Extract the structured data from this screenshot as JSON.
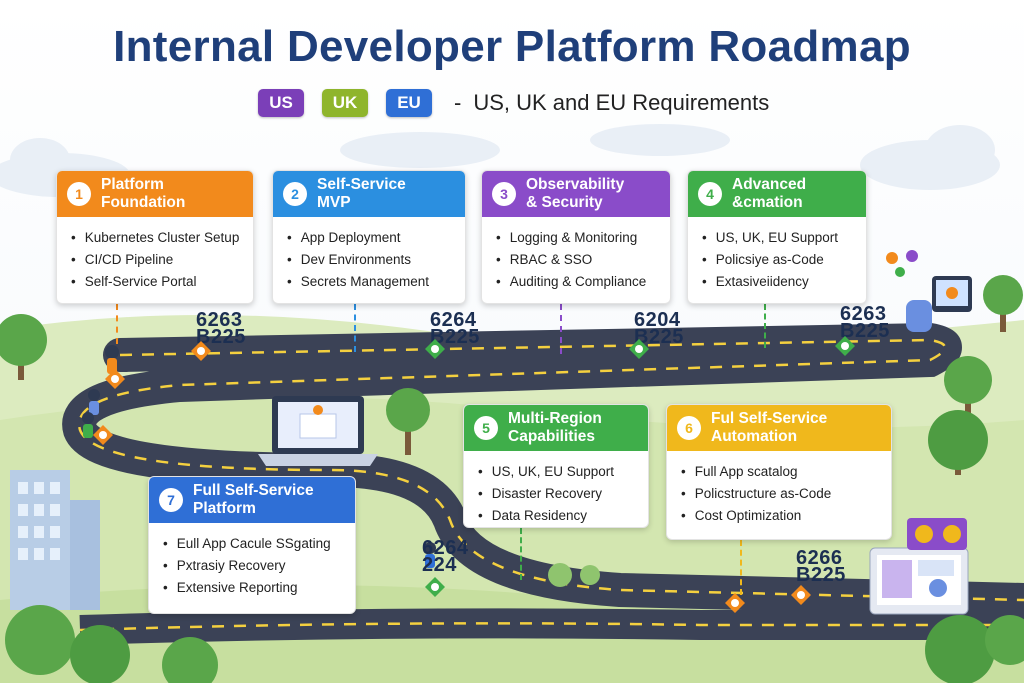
{
  "header": {
    "title": "Internal Developer Platform Roadmap",
    "badges": [
      {
        "label": "US",
        "color": "#7b3fb8"
      },
      {
        "label": "UK",
        "color": "#8fb52c"
      },
      {
        "label": "EU",
        "color": "#2f6fd6"
      }
    ],
    "dash": "-",
    "subtitle": "US, UK and EU Requirements"
  },
  "cards": [
    {
      "num": "1",
      "title_line1": "Platform",
      "title_line2": "Foundation",
      "color": "#f28a1c",
      "items": [
        "Kubernetes Cluster Setup",
        "CI/CD Pipeline",
        "Self-Service Portal"
      ]
    },
    {
      "num": "2",
      "title_line1": "Self-Service",
      "title_line2": "MVP",
      "color": "#2b8fe0",
      "items": [
        "App Deployment",
        "Dev Environments",
        "Secrets Management"
      ]
    },
    {
      "num": "3",
      "title_line1": "Observability",
      "title_line2": "& Security",
      "color": "#8a4cc9",
      "items": [
        "Logging & Monitoring",
        "RBAC & SSO",
        "Auditing & Compliance"
      ]
    },
    {
      "num": "4",
      "title_line1": "Advanced",
      "title_line2": "&cmation",
      "color": "#3fae4a",
      "items": [
        "US, UK, EU Support",
        "Policsiye as-Code",
        "Extasiveiidency"
      ]
    },
    {
      "num": "5",
      "title_line1": "Multi-Region",
      "title_line2": "Capabilities",
      "color": "#3fae4a",
      "items": [
        "US, UK, EU Support",
        "Disaster Recovery",
        "Data Residency"
      ]
    },
    {
      "num": "6",
      "title_line1": "Ful Self-Service",
      "title_line2": "Automation",
      "color": "#f0b81c",
      "items": [
        "Full App scatalog",
        "Policstructure as-Code",
        "Cost Optimization"
      ]
    },
    {
      "num": "7",
      "title_line1": "Full Self-Service",
      "title_line2": "Platform",
      "color": "#2f6fd6",
      "items": [
        "Eull App Cacule SSgating",
        "Pxtrasiy Recovery",
        "Extensive Reporting"
      ]
    }
  ],
  "year_labels": [
    {
      "line1": "6263",
      "line2": "B225"
    },
    {
      "line1": "6264",
      "line2": "B225"
    },
    {
      "line1": "6204",
      "line2": "B225"
    },
    {
      "line1": "6263",
      "line2": "B225"
    },
    {
      "line1": "6264",
      "line2": "224"
    },
    {
      "line1": "6266",
      "line2": "B225"
    }
  ]
}
